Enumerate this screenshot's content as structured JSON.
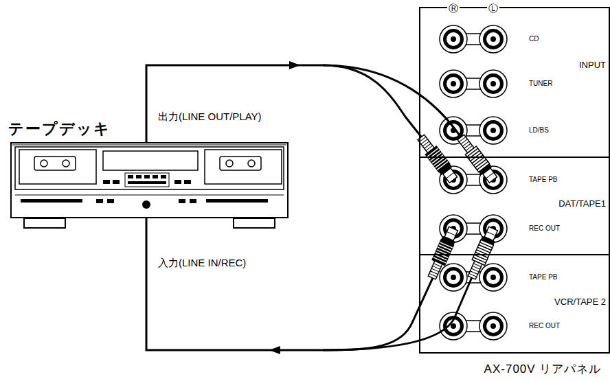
{
  "diagram": {
    "nodes": [
      {
        "text": [
          "テープデッキ"
        ]
      },
      {
        "text": [
          "AX-700V リアパネル"
        ]
      },
      {
        "text": [
          "CD",
          "INPUT",
          "TUNER",
          "LD/BS"
        ],
        "in": 1
      },
      {
        "text": [
          "TAPE PB",
          "DAT/TAPE1",
          "REC OUT"
        ],
        "in": 1
      },
      {
        "text": [
          "TAPE PB",
          "VCR/TAPE 2",
          "REC OUT"
        ],
        "in": 1
      }
    ],
    "edges": [
      {
        "from": 0,
        "to": 3,
        "arrow": "to",
        "label": "出力(LINE OUT/PLAY)"
      },
      {
        "from": 3,
        "to": 0,
        "arrow": "to",
        "label": "入力(LINE IN/REC)"
      }
    ],
    "labels": [
      "Ⓡ",
      "Ⓛ"
    ]
  }
}
